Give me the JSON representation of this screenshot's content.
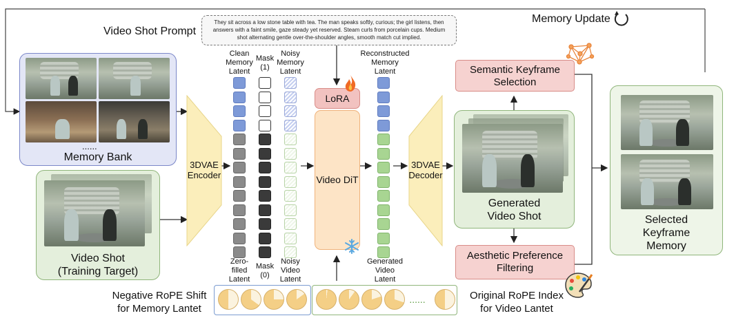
{
  "labels": {
    "prompt_title": "Video Shot Prompt",
    "prompt_text": "They sit across a low stone table with tea. The man speaks softly, curious; the girl listens, then answers with a faint smile, gaze steady yet reserved. Steam curls from porcelain cups. Medium shot alternating gentle over-the-shoulder angles, smooth match cut implied.",
    "memory_update": "Memory Update",
    "memory_bank": "Memory Bank",
    "memory_bank_dots": "......",
    "video_shot": "Video Shot",
    "video_shot_sub": "(Training Target)",
    "encoder": "3DVAE\nEncoder",
    "decoder": "3DVAE\nDecoder",
    "clean_memory_latent": "Clean\nMemory\nLatent",
    "mask_1": "Mask\n(1)",
    "noisy_memory_latent": "Noisy\nMemory\nLatent",
    "zero_filled_latent": "Zero-\nfilled\nLatent",
    "mask_0": "Mask\n(0)",
    "noisy_video_latent": "Noisy\nVideo\nLatent",
    "lora": "LoRA",
    "video_dit": "Video DiT",
    "reconstructed_memory_latent": "Reconstructed\nMemory\nLatent",
    "generated_video_latent": "Generated\nVideo\nLatent",
    "semantic_keyframe_selection": "Semantic Keyframe\nSelection",
    "aesthetic_preference_filtering": "Aesthetic Preference\nFiltering",
    "generated_video_shot": "Generated\nVideo Shot",
    "selected_keyframe_memory": "Selected\nKeyframe\nMemory",
    "negative_rope": "Negative RoPE Shift\nfor Memory Lantet",
    "original_rope": "Original RoPE Index\nfor Video Lantet",
    "rope_dots": "......"
  },
  "colors": {
    "memory_bank_bg": "#e3e6f6",
    "memory_bank_border": "#7a86c8",
    "green_bg": "#e4efdc",
    "green_border": "#8fb57a",
    "pink_bg": "#f6d2d0",
    "pink_border": "#d88b87",
    "vae_fill": "#fbeebb",
    "dit_fill": "#fde4c6",
    "dit_border": "#f0b27a",
    "blue_cell": "#7e9ad8",
    "gray_cell": "#8a8a8a",
    "dark_cell": "#3a3a3a",
    "green_cell": "#a8d592",
    "hatch_blue": "#c5cff0",
    "light_green": "#eef6e8",
    "rope_fill": "#f4cf86"
  },
  "icons": [
    "flame-icon",
    "snowflake-icon",
    "refresh-icon",
    "network-icon",
    "palette-icon"
  ]
}
